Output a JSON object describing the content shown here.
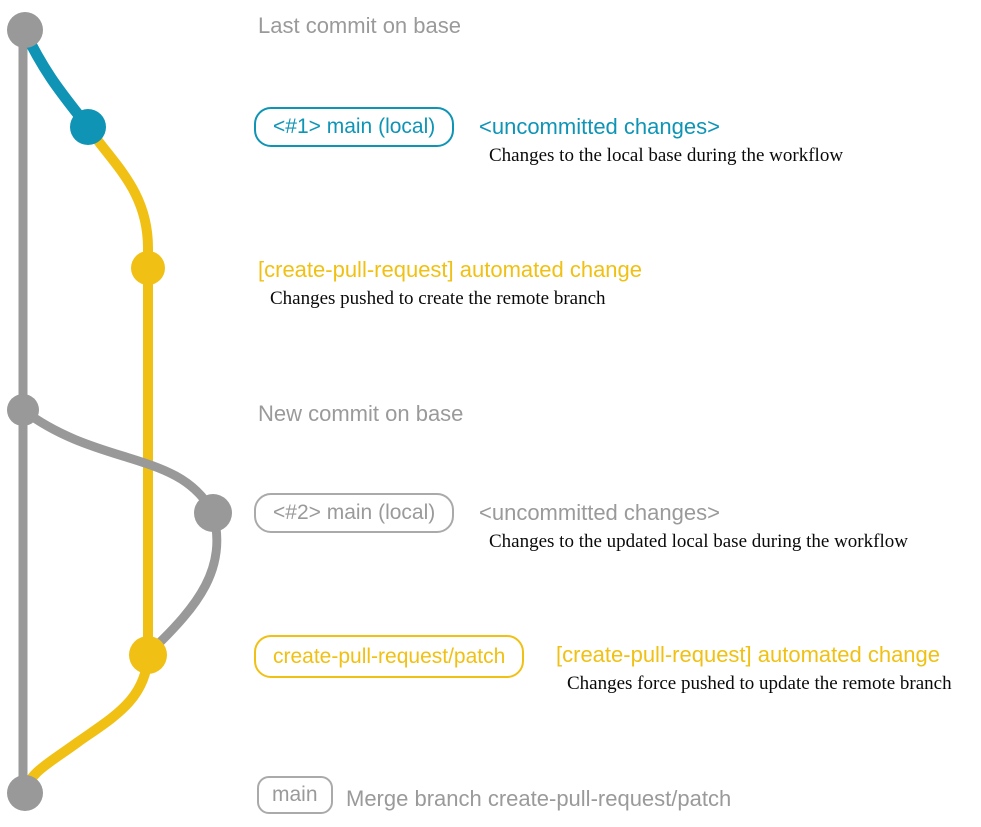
{
  "colors": {
    "gray": "#999999",
    "gray_border": "#aaaaaa",
    "gray_text": "#9a9a9a",
    "blue": "#0f94b6",
    "yellow": "#f0c114",
    "caption": "#0a0a0a"
  },
  "graph": {
    "base_branch_icon": "gray trunk line with commit dots",
    "local_branch_icon": "blue then yellow branch line",
    "remote_branch_icon": "yellow vertical branch line"
  },
  "annotations": {
    "last_commit": {
      "text": "Last commit on base"
    },
    "row1": {
      "badge": "<#1> main (local)",
      "title": "<uncommitted changes>",
      "caption": "Changes to the local base during the workflow"
    },
    "row2": {
      "title": "[create-pull-request] automated change",
      "caption": "Changes pushed to create the remote branch"
    },
    "new_commit": {
      "text": "New commit on base"
    },
    "row3": {
      "badge": "<#2> main (local)",
      "title": "<uncommitted changes>",
      "caption": "Changes to the updated local base during the workflow"
    },
    "row4": {
      "badge": "create-pull-request/patch",
      "title": "[create-pull-request] automated change",
      "caption": "Changes force pushed to update the remote branch"
    },
    "row5": {
      "badge": "main",
      "title": "Merge branch create-pull-request/patch"
    }
  }
}
